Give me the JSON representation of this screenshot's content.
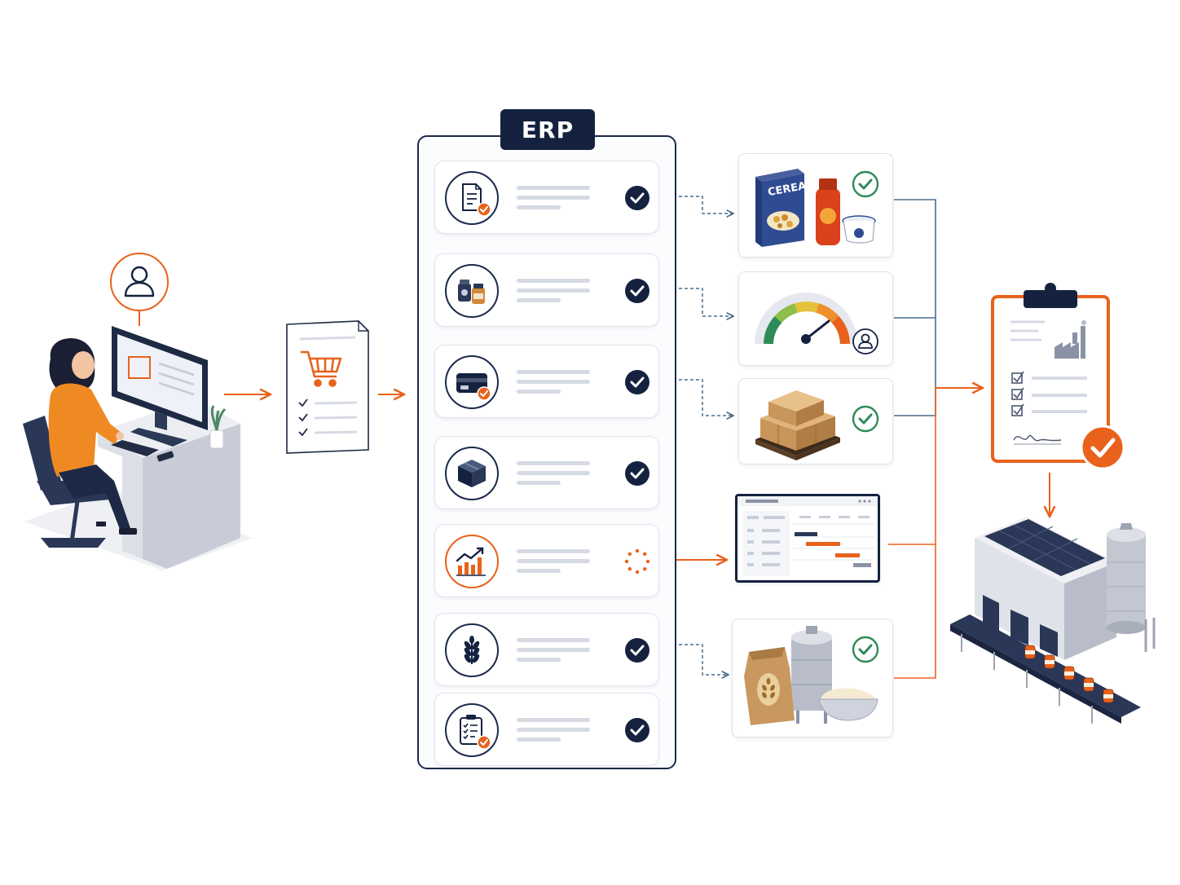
{
  "erp": {
    "title": "ERP"
  },
  "steps": [
    {
      "name": "order-document",
      "icon": "document-check-icon",
      "status": "complete"
    },
    {
      "name": "product-jars",
      "icon": "jars-icon",
      "status": "complete"
    },
    {
      "name": "payment",
      "icon": "credit-card-icon",
      "status": "complete"
    },
    {
      "name": "inventory",
      "icon": "box-icon",
      "status": "complete"
    },
    {
      "name": "forecast",
      "icon": "growth-chart-icon",
      "status": "in-progress"
    },
    {
      "name": "ingredients",
      "icon": "wheat-icon",
      "status": "complete"
    },
    {
      "name": "quality-checklist",
      "icon": "clipboard-check-icon",
      "status": "complete"
    }
  ],
  "products_card": {
    "cereal_label": "CEREAL"
  },
  "colors": {
    "navy": "#14223f",
    "accent_orange": "#e8621c",
    "success_green": "#2e8b57",
    "connector_blue": "#4a6d8c",
    "line_gray": "#d5dae3"
  }
}
